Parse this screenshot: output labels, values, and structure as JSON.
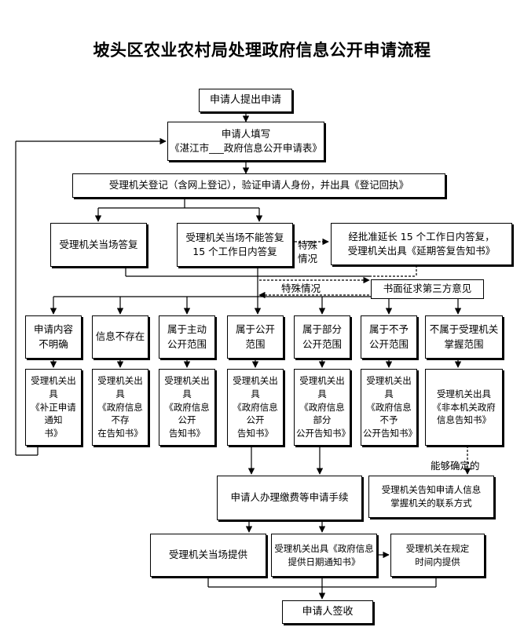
{
  "title": "坡头区农业农村局处理政府信息公开申请流程",
  "nodes": {
    "submit": "申请人提出申请",
    "fill_line1": "申请人填写",
    "fill_line2": "《湛江市___政府信息公开申请表》",
    "register": "受理机关登记（含网上登记），验证申请人身份，并出具《登记回执》",
    "reply_on_site": "受理机关当场答复",
    "cannot_reply_line1": "受理机关当场不能答复",
    "cannot_reply_line2": "15 个工作日内答复",
    "extend_line1": "经批准延长 15 个工作日内答复，",
    "extend_line2": "受理机关出具《延期答复告知书》",
    "third_party": "书面征求第三方意见",
    "cat1": "申请内容\n不明确",
    "cat2": "信息不存在",
    "cat3": "属于主动\n公开范围",
    "cat4": "属于公开\n范围",
    "cat5": "属于部分\n公开范围",
    "cat6": "属于不予\n公开范围",
    "cat7": "不属于受理机关\n掌握范围",
    "doc1": "受理机关出具\n《补正申请通知\n书》",
    "doc2": "受理机关出具\n《政府信息不存\n在告知书》",
    "doc3": "受理机关出具\n《政府信息公开\n告知书》",
    "doc4": "受理机关出具\n《政府信息公开\n告知书》",
    "doc5": "受理机关出具\n《政府信息部分\n公开告知书》",
    "doc6": "受理机关出具\n《政府信息不予\n公开告知书》",
    "doc7": "受理机关出具\n《非本机关政府\n信息告知书》",
    "fee": "申请人办理缴费等申请手续",
    "inform_contact": "受理机关告知申请人信息\n掌握机关的联系方式",
    "provide_on_site": "受理机关当场提供",
    "provide_date_notice": "受理机关出具《政府信息\n提供日期通知书》",
    "provide_in_time": "受理机关在规定\n时间内提供",
    "sign": "申请人签收"
  },
  "labels": {
    "special1": "特殊\n情况",
    "special2": "特殊情况",
    "can_determine": "能够确定的"
  }
}
